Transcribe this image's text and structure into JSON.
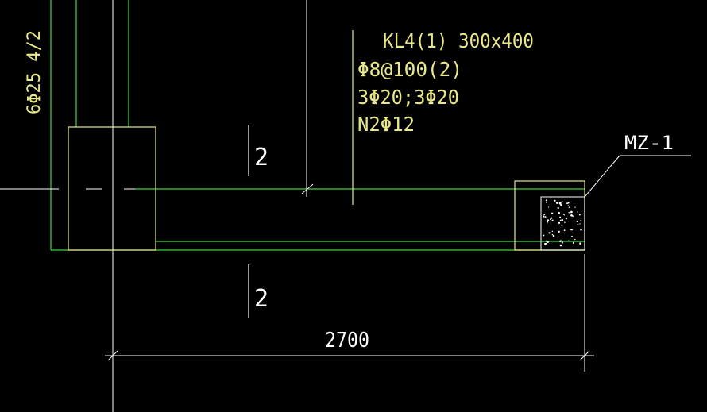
{
  "colors": {
    "background": "#000000",
    "green": "#3fd43f",
    "yellow": "#e8e88a",
    "white": "#ffffff"
  },
  "column_label": "6Φ25 4/2",
  "beam_annotation": {
    "line1": "KL4(1) 300x400",
    "line2": "Φ8@100(2)",
    "line3": "3Φ20;3Φ20",
    "line4": "N2Φ12"
  },
  "section_marks": {
    "top": "2",
    "bottom": "2"
  },
  "callout_label": "MZ-1",
  "dimension_value": "2700"
}
